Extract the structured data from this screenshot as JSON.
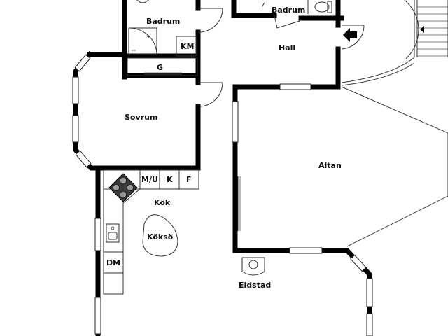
{
  "rooms": {
    "badrum_left": "Badrum",
    "badrum_right": "Badrum",
    "km": "KM",
    "hall": "Hall",
    "g": "G",
    "sovrum": "Sovrum",
    "altan": "Altan",
    "mu": "M/U",
    "k": "K",
    "f": "F",
    "kok": "Kök",
    "koksö": "Köksö",
    "dm": "DM",
    "eldstad": "Eldstad"
  },
  "icons": {
    "entrance": "entrance-arrow-icon",
    "stairs": "stairs-icon",
    "stove": "stove-icon",
    "sink": "sink-icon",
    "shower": "shower-icon",
    "toilet": "toilet-icon",
    "fireplace": "fireplace-icon"
  }
}
